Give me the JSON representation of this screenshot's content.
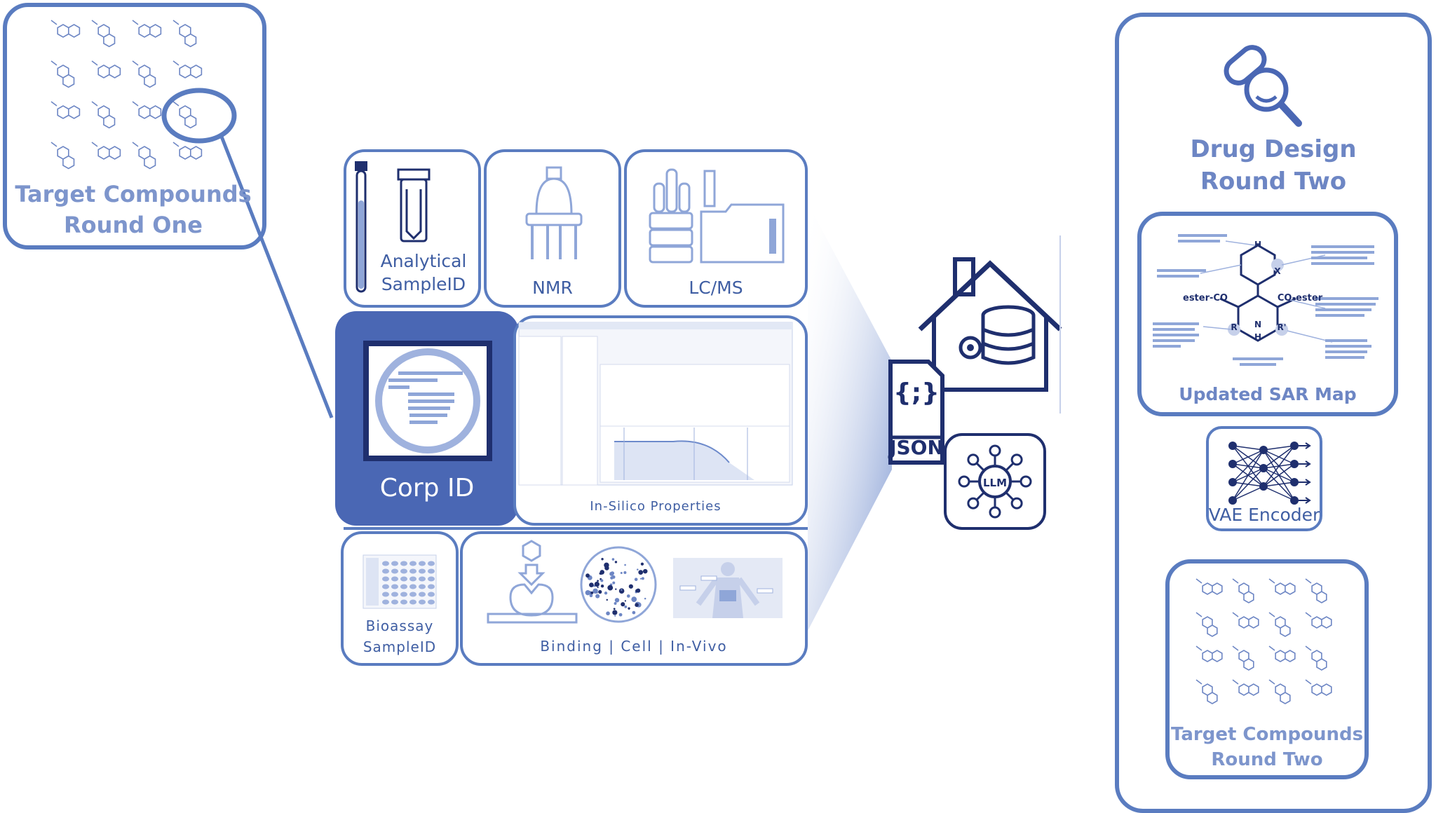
{
  "round_one": {
    "title_line1": "Target Compounds",
    "title_line2": "Round One"
  },
  "center": {
    "analytical": {
      "line1": "Analytical",
      "line2": "SampleID"
    },
    "nmr": "NMR",
    "lcms": "LC/MS",
    "corp_id": "Corp ID",
    "insilico": "In-Silico Properties",
    "bioassay": {
      "line1": "Bioassay",
      "line2": "SampleID"
    },
    "binding": "Binding | Cell | In-Vivo"
  },
  "json_icon": {
    "symbol": "{;}",
    "label": "JSON"
  },
  "llm_icon": {
    "label": "LLM"
  },
  "right_panel": {
    "title_line1": "Drug Design",
    "title_line2": "Round Two",
    "sar": {
      "title": "Updated SAR Map",
      "labels": {
        "ester_left": "ester-CO",
        "ester_right": "CO-ester",
        "h_top": "H",
        "x": "X",
        "r_left": "R",
        "r_right": "R'",
        "n": "N",
        "h_bottom": "H"
      }
    },
    "vae": "VAE Encoder",
    "round_two": {
      "title_line1": "Target Compounds",
      "title_line2": "Round Two"
    }
  },
  "colors": {
    "accent": "#5a7cc0",
    "dark": "#1f2f6e",
    "corp_fill": "#4a67b4",
    "light": "#8fa6d8"
  }
}
